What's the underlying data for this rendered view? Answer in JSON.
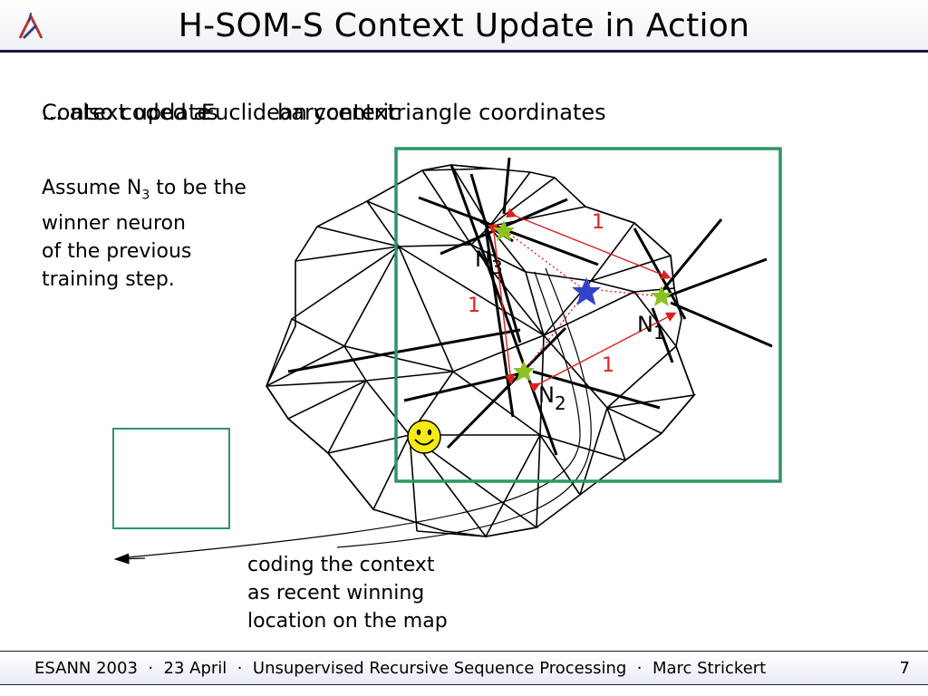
{
  "slide": {
    "title": "H-SOM-S Context Update in Action",
    "overlapping_text": [
      "Context update",
      "... also coded as",
      "barycentric",
      "triangle coordinates",
      "Euclidean context"
    ],
    "assume_lines": [
      "Assume N",
      "3",
      " to be the",
      "winner neuron",
      "of the previous",
      "training step."
    ],
    "coding_lines": [
      "coding the context",
      "as recent winning",
      "location on the map"
    ]
  },
  "diagram": {
    "neuron_labels": [
      {
        "name": "N",
        "sub": "1"
      },
      {
        "name": "N",
        "sub": "2"
      },
      {
        "name": "N",
        "sub": "3"
      }
    ],
    "distance_labels": [
      "1",
      "1",
      "1"
    ]
  },
  "footer": {
    "text": "ESANN 2003  ·  23 April  ·  Unsupervised Recursive Sequence Processing  ·  Marc Strickert",
    "page": "7"
  },
  "colors": {
    "frame_green": "#2f9466",
    "grid_line": "#000000",
    "distance_red": "#e0201c",
    "neuron_star": "#8bc21f",
    "winner_star": "#3344c8",
    "smiley": "#f5ea16"
  }
}
